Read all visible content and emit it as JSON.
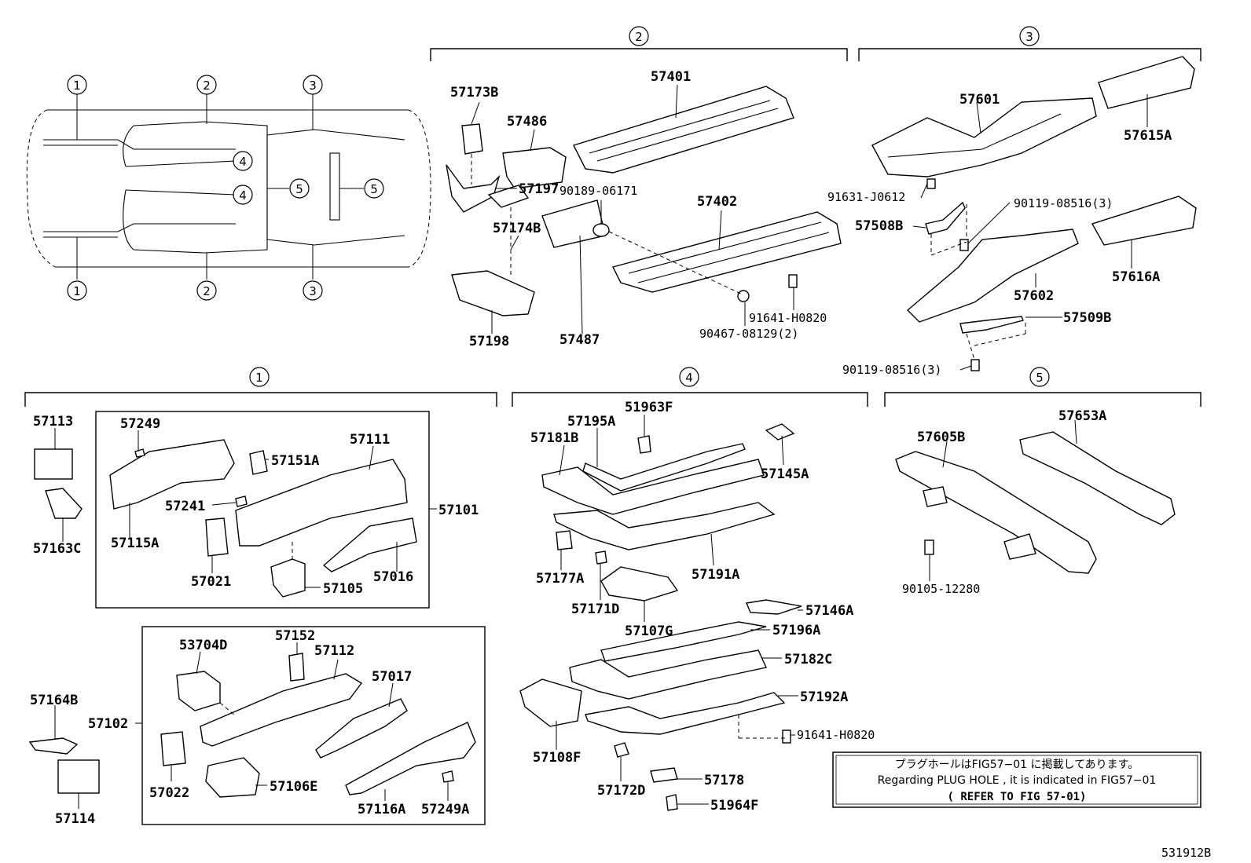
{
  "section_markers": {
    "s1": "1",
    "s2": "2",
    "s3": "3",
    "s4": "4",
    "s5": "5"
  },
  "parts": {
    "p57173B": "57173B",
    "p57486": "57486",
    "p57401": "57401",
    "p57197": "57197",
    "p57174B": "57174B",
    "p90189": "90189-06171",
    "p57402": "57402",
    "p57198": "57198",
    "p57487": "57487",
    "p91641a": "91641-H0820",
    "p90467": "90467-08129(2)",
    "p57601": "57601",
    "p57615A": "57615A",
    "p91631": "91631-J0612",
    "p90119a": "90119-08516(3)",
    "p57508B": "57508B",
    "p57616A": "57616A",
    "p57602": "57602",
    "p57509B": "57509B",
    "p90119b": "90119-08516(3)",
    "p57113": "57113",
    "p57249": "57249",
    "p57111": "57111",
    "p57151A": "57151A",
    "p57241": "57241",
    "p57101": "57101",
    "p57163C": "57163C",
    "p57115A": "57115A",
    "p57021": "57021",
    "p57016": "57016",
    "p57105": "57105",
    "p53704D": "53704D",
    "p57152": "57152",
    "p57112": "57112",
    "p57017": "57017",
    "p57164B": "57164B",
    "p57102": "57102",
    "p57022": "57022",
    "p57106E": "57106E",
    "p57114": "57114",
    "p57116A": "57116A",
    "p57249A": "57249A",
    "p51963F": "51963F",
    "p57195A": "57195A",
    "p57181B": "57181B",
    "p57145A": "57145A",
    "p57191A": "57191A",
    "p57177A": "57177A",
    "p57171D": "57171D",
    "p57107G": "57107G",
    "p57146A": "57146A",
    "p57196A": "57196A",
    "p57182C": "57182C",
    "p57192A": "57192A",
    "p57108F": "57108F",
    "p91641b": "91641-H0820",
    "p57172D": "57172D",
    "p57178": "57178",
    "p51964F": "51964F",
    "p57605B": "57605B",
    "p57653A": "57653A",
    "p90105": "90105-12280"
  },
  "note": {
    "line1": "プラグホールはFIG57−01 に掲載してあります。",
    "line2": "Regarding PLUG HOLE , it is indicated in FIG57−01",
    "line3": "( REFER TO FIG 57-01)"
  },
  "figure_id": "531912B"
}
